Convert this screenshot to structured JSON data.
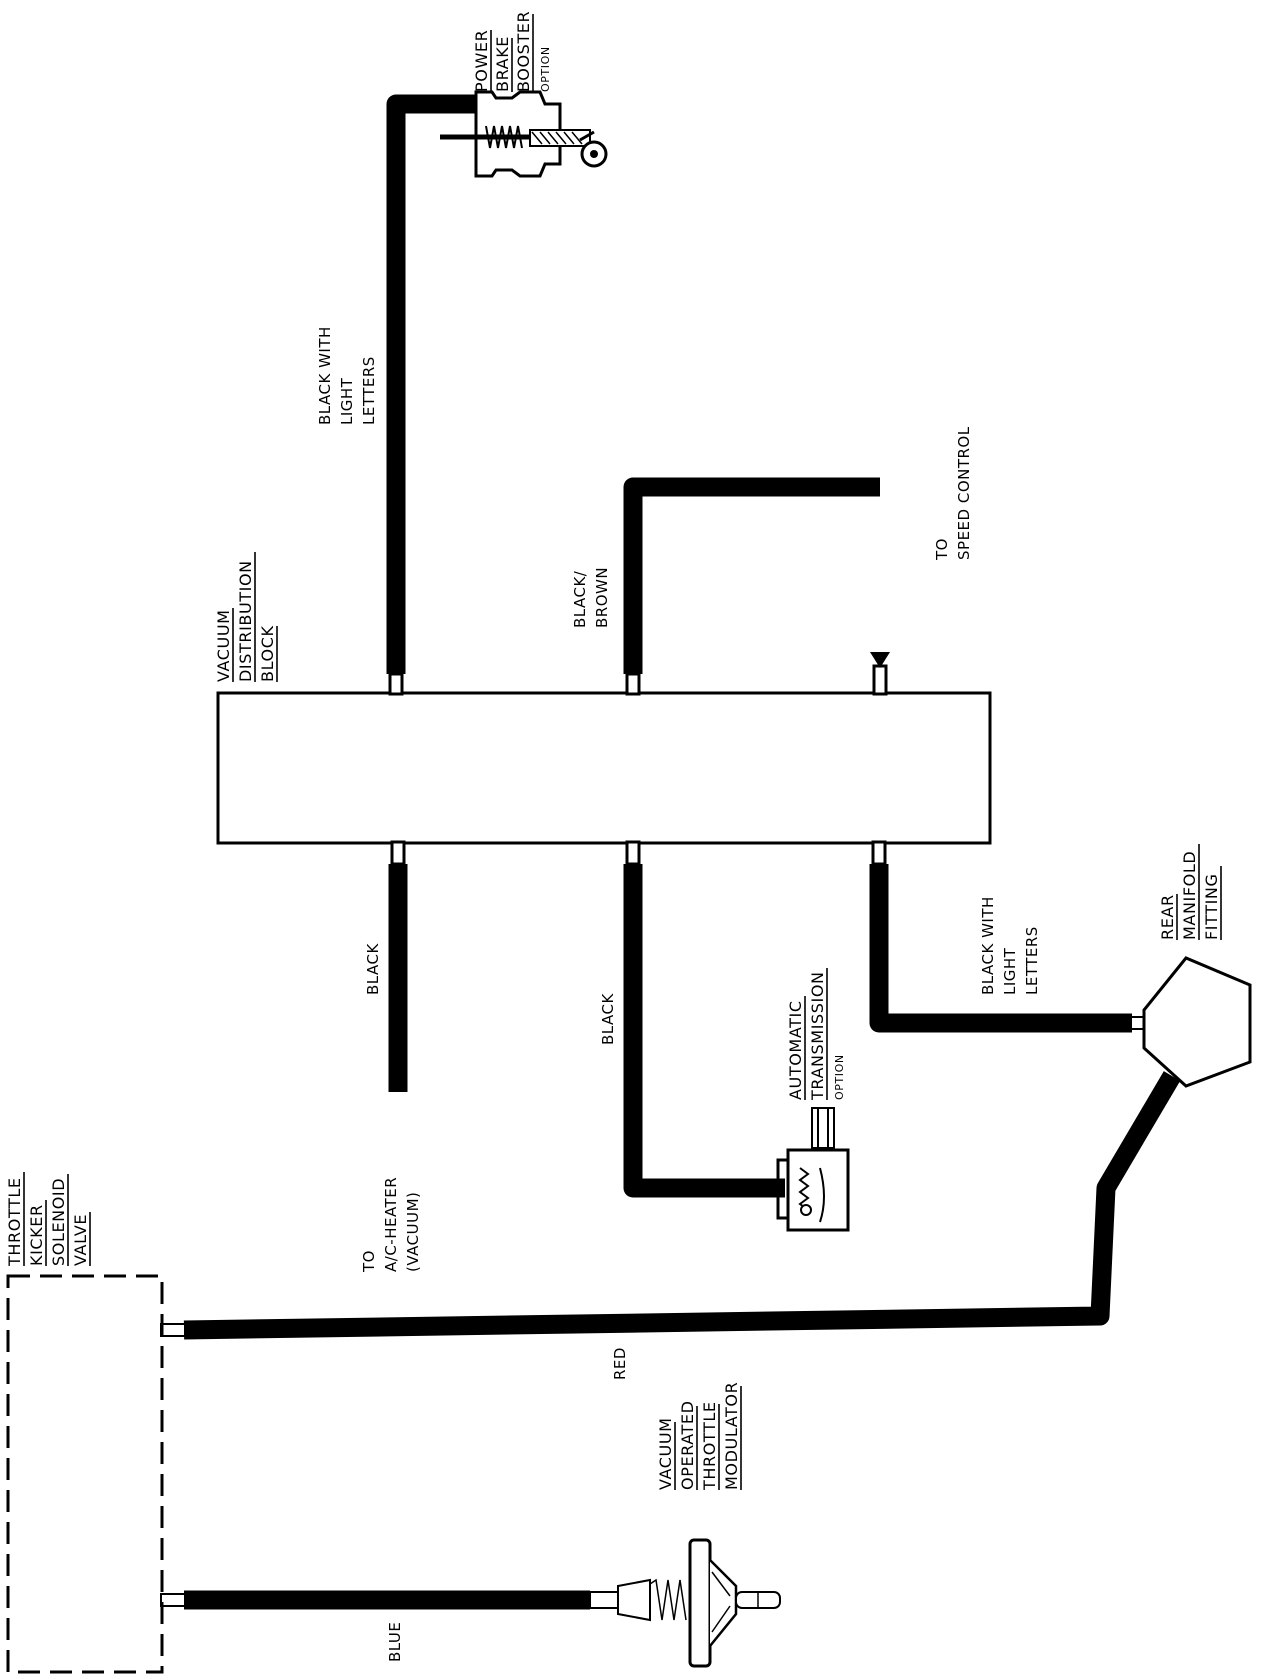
{
  "labels": {
    "power_brake_booster": [
      "POWER",
      "BRAKE",
      "BOOSTER"
    ],
    "option_brake": "OPTION",
    "black_with_light_letters_top": [
      "BLACK WITH",
      "LIGHT",
      "LETTERS"
    ],
    "to_speed_control": [
      "TO",
      "SPEED CONTROL"
    ],
    "black_brown": [
      "BLACK/",
      "BROWN"
    ],
    "vacuum_distribution_block": [
      "VACUUM",
      "DISTRIBUTION",
      "BLOCK"
    ],
    "black_left": "BLACK",
    "black_center": "BLACK",
    "black_with_light_letters_right": [
      "BLACK WITH",
      "LIGHT",
      "LETTERS"
    ],
    "rear_manifold_fitting": [
      "REAR",
      "MANIFOLD",
      "FITTING"
    ],
    "automatic_transmission": [
      "AUTOMATIC",
      "TRANSMISSION"
    ],
    "option_trans": "OPTION",
    "to_ac_heater": [
      "TO",
      "A/C-HEATER",
      "(VACUUM)"
    ],
    "throttle_kicker_solenoid_valve": [
      "THROTTLE",
      "KICKER",
      "SOLENOID",
      "VALVE"
    ],
    "red": "RED",
    "vacuum_operated_throttle_modulator": [
      "VACUUM",
      "OPERATED",
      "THROTTLE",
      "MODULATOR"
    ],
    "blue": "BLUE"
  }
}
